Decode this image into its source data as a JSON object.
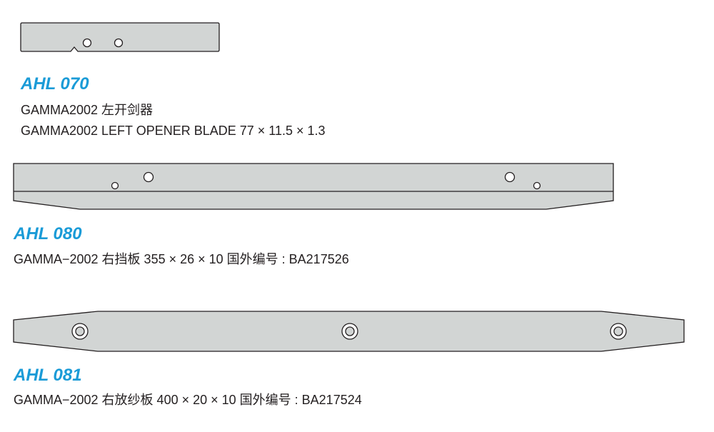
{
  "colors": {
    "accent": "#1a9bd7",
    "part_fill": "#d2d5d4",
    "outline": "#231f20"
  },
  "products": [
    {
      "code": "AHL 070",
      "lines": [
        "GAMMA2002 左开剑器",
        "GAMMA2002 LEFT OPENER BLADE 77 × 11.5 × 1.3"
      ]
    },
    {
      "code": "AHL 080",
      "lines": [
        "GAMMA−2002 右挡板 355 × 26 × 10  国外编号 : BA217526"
      ]
    },
    {
      "code": "AHL 081",
      "lines": [
        "GAMMA−2002 右放纱板 400 × 20 × 10  国外编号 : BA217524"
      ]
    }
  ]
}
